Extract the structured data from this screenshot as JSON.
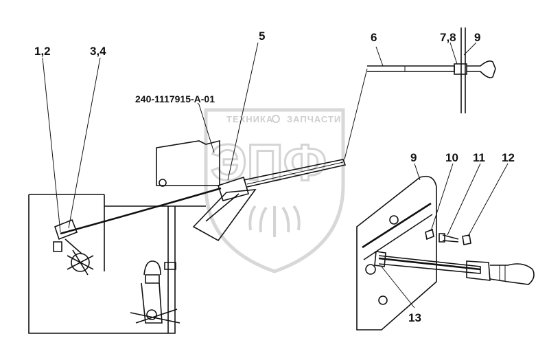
{
  "part_number": "240-1117915-A-01",
  "callouts": {
    "c1_2": "1,2",
    "c3_4": "3,4",
    "c5": "5",
    "c6": "6",
    "c7_8": "7,8",
    "c9_top": "9",
    "c9_mid": "9",
    "c10": "10",
    "c11": "11",
    "c12": "12",
    "c13": "13"
  },
  "watermark": {
    "line1_left": "ТЕХНИКА",
    "line1_right": "ЗАПЧАСТИ",
    "logo": "ЭПФ"
  }
}
